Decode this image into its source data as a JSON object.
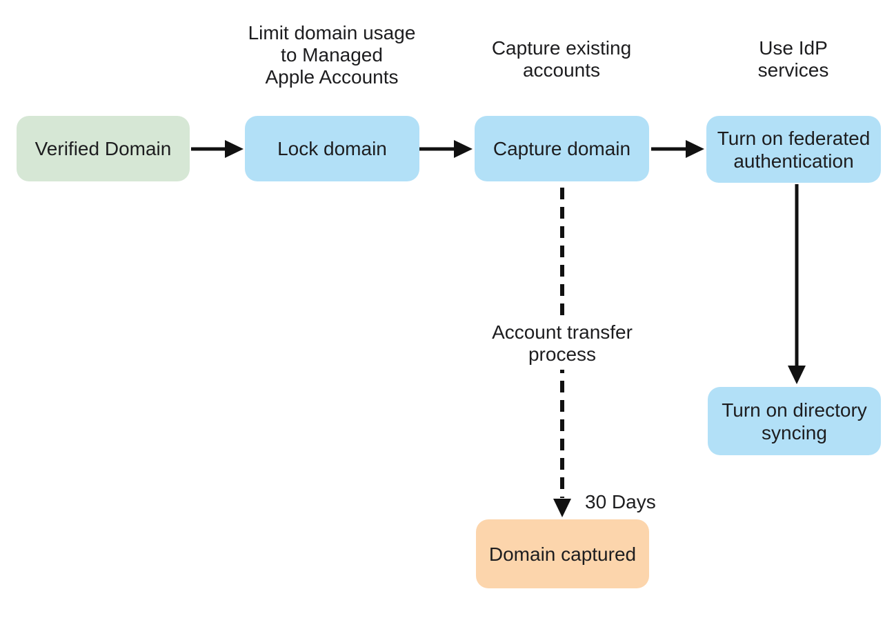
{
  "diagram": {
    "background_color": "#ffffff",
    "text_color": "#1d1d1f",
    "arrow_color": "#111111",
    "nodes": {
      "verified_domain": {
        "label": "Verified Domain",
        "color": "#d6e7d5"
      },
      "lock_domain": {
        "label": "Lock domain",
        "color": "#b2e0f7"
      },
      "capture_domain": {
        "label": "Capture domain",
        "color": "#b2e0f7"
      },
      "federated_auth": {
        "label": "Turn on federated\nauthentication",
        "color": "#b2e0f7"
      },
      "directory_syncing": {
        "label": "Turn on directory\nsyncing",
        "color": "#b2e0f7"
      },
      "domain_captured": {
        "label": "Domain captured",
        "color": "#fcd5ac"
      }
    },
    "annotations": {
      "lock_step": "Limit domain usage\nto Managed\nApple Accounts",
      "capture_step": "Capture existing\naccounts",
      "idp_step": "Use IdP\nservices",
      "transfer_process": "Account transfer\nprocess",
      "duration": "30 Days"
    }
  }
}
